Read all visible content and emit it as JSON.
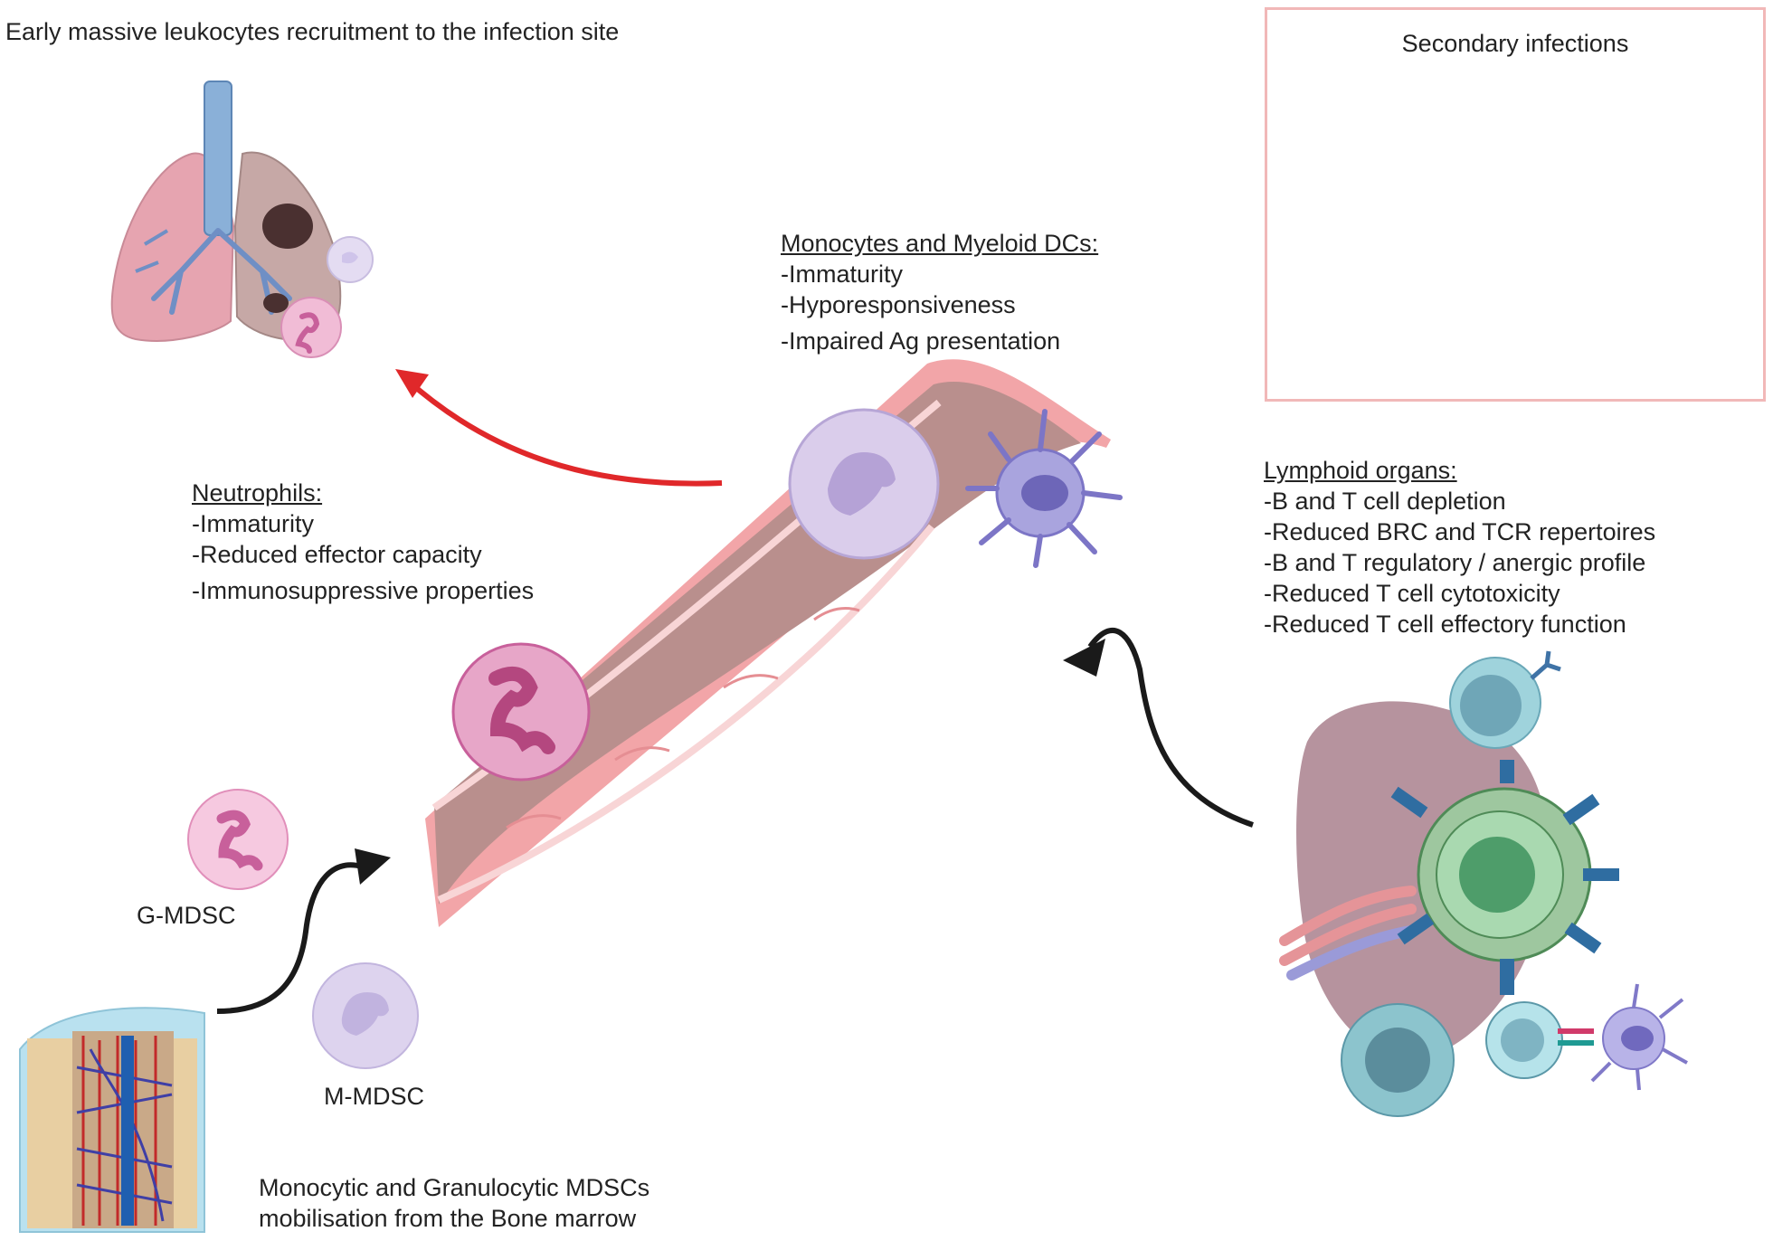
{
  "top_left_caption": "Early massive leukocytes recruitment to the infection site",
  "secondary_infections": {
    "title": "Secondary infections"
  },
  "monocytes": {
    "heading": "Monocytes and Myeloid DCs:",
    "items": [
      "-Immaturity",
      "-Hyporesponsiveness",
      "-Impaired Ag presentation"
    ]
  },
  "neutrophils": {
    "heading": "Neutrophils:",
    "items": [
      "-Immaturity",
      "-Reduced effector capacity",
      "-Immunosuppressive properties"
    ]
  },
  "lymphoid": {
    "heading": "Lymphoid organs:",
    "items": [
      "-B and T cell depletion",
      "-Reduced BRC and TCR repertoires",
      "-B and T regulatory / anergic profile",
      "-Reduced T cell cytotoxicity",
      "-Reduced T cell effectory function"
    ]
  },
  "labels": {
    "g_mdsc": "G-MDSC",
    "m_mdsc": "M-MDSC"
  },
  "bone_marrow": {
    "line1": "Monocytic and Granulocytic MDSCs",
    "line2": "mobilisation from the Bone marrow"
  },
  "colors": {
    "red_arrow": "#e0282a",
    "black_arrow": "#1a1a1a",
    "vessel_wall": "#f2a5a8",
    "vessel_lumen": "#b98f8d",
    "neutrophil": "#e7a6c8",
    "monocyte": "#d5c8e8",
    "dendritic_cell": "#a9a4de",
    "virus": "#3f4e9e",
    "bacteria": "#c9a87a",
    "t_cell": "#8fc99a",
    "b_cell": "#7fb4c3",
    "spleen": "#9e6f7e",
    "bone_outer": "#b9e1ef",
    "bone_inner": "#e8cfa2"
  }
}
